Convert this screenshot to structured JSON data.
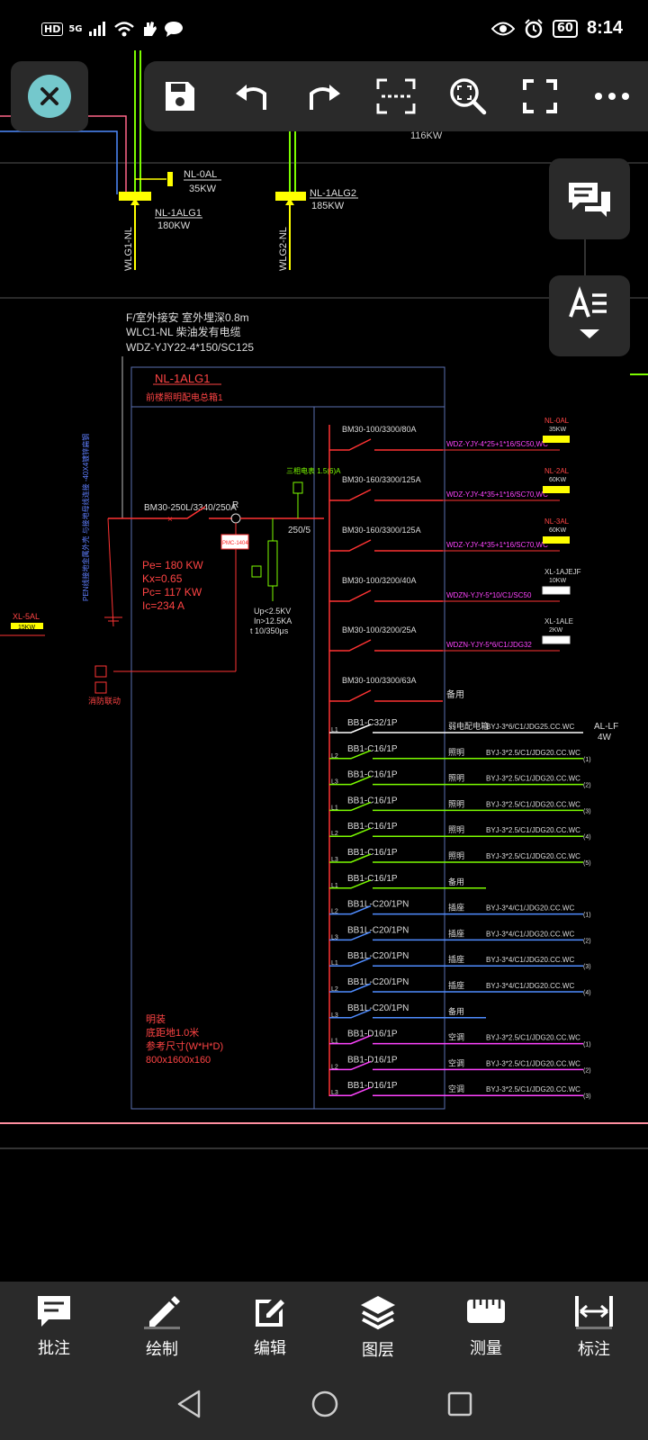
{
  "status_bar": {
    "left_badges": [
      "HD",
      "5G"
    ],
    "battery": "60",
    "time": "8:14"
  },
  "toolbar": {
    "icons": [
      "save-icon",
      "undo-icon",
      "redo-icon",
      "frame-icon",
      "zoom-window-icon",
      "fullscreen-icon",
      "more-icon"
    ]
  },
  "side": {
    "comments_icon": "comments-icon",
    "text_style_icon": "text-style-icon"
  },
  "drawing": {
    "top": {
      "feeder_116": "116KW",
      "nl_0al": "NL-0AL",
      "nl_0al_kw": "35KW",
      "nl_1alg1": "NL-1ALG1",
      "nl_1alg1_kw": "180KW",
      "nl_1alg2": "NL-1ALG2",
      "nl_1alg2_kw": "185KW",
      "wlg1": "WLG1-NL",
      "wlg2": "WLG2-NL"
    },
    "header": {
      "line1": "F/室外接安 室外埋深0.8m",
      "line2": "WLC1-NL 柴油发有电缆",
      "line3": "WDZ-YJY22-4*150/SC125"
    },
    "panel_title": "NL-1ALG1",
    "panel_subtitle": "前楼照明配电总箱1",
    "main_breaker": "BM30-250L/3340/250A",
    "meter_tag": "PMC-1404",
    "spd_label": "三相电表 1.5(6)A",
    "ct_label": "250/5",
    "spd_specs": [
      "Up<2.5KV",
      "In>12.5KA",
      "t 10/350μs"
    ],
    "loads": [
      "Pe= 180 KW",
      "Kx=0.65",
      "Pc= 117 KW",
      "Ic=234 A"
    ],
    "pen_note": "PEN线接地金属外壳 与接地母线连接 -40X4镀锌扁钢",
    "xl_5al": "XL-5AL",
    "xl_5al_kw": "15KW",
    "fire_label": "消防联动",
    "cabinet_notes": [
      "明装",
      "底距地1.0米",
      "参考尺寸(W*H*D)",
      "800x1600x160"
    ],
    "circuits": [
      {
        "breaker": "BM30-100/3300/80A",
        "cable": "WDZ-YJY-4*25+1*16/SC50,WC",
        "dest": "NL-0AL",
        "kw": "35KW"
      },
      {
        "breaker": "BM30-160/3300/125A",
        "cable": "WDZ-YJY-4*35+1*16/SC70,WC",
        "dest": "NL-2AL",
        "kw": "60KW"
      },
      {
        "breaker": "BM30-160/3300/125A",
        "cable": "WDZ-YJY-4*35+1*16/SC70,WC",
        "dest": "NL-3AL",
        "kw": "60KW"
      },
      {
        "breaker": "BM30-100/3200/40A",
        "cable": "WDZN-YJY-5*10/C1/SC50",
        "dest": "XL-1AJEJF",
        "kw": "10KW"
      },
      {
        "breaker": "BM30-100/3200/25A",
        "cable": "WDZN-YJY-5*6/C1/JDG32",
        "dest": "XL-1ALE",
        "kw": "2KW"
      },
      {
        "breaker": "BM30-100/3300/63A",
        "cable": "备用",
        "dest": "",
        "kw": ""
      }
    ],
    "branches": [
      {
        "phase": "L1",
        "breaker": "BB1-C32/1P",
        "use": "弱电配电箱",
        "cable": "BYJ-3*6/C1/JDG25.CC.WC",
        "end": "AL-LF",
        "end2": "4W"
      },
      {
        "phase": "L2",
        "breaker": "BB1-C16/1P",
        "use": "照明",
        "cable": "BYJ-3*2.5/C1/JDG20.CC.WC",
        "end": "(1)"
      },
      {
        "phase": "L3",
        "breaker": "BB1-C16/1P",
        "use": "照明",
        "cable": "BYJ-3*2.5/C1/JDG20.CC.WC",
        "end": "(2)"
      },
      {
        "phase": "L1",
        "breaker": "BB1-C16/1P",
        "use": "照明",
        "cable": "BYJ-3*2.5/C1/JDG20.CC.WC",
        "end": "(3)"
      },
      {
        "phase": "L2",
        "breaker": "BB1-C16/1P",
        "use": "照明",
        "cable": "BYJ-3*2.5/C1/JDG20.CC.WC",
        "end": "(4)"
      },
      {
        "phase": "L3",
        "breaker": "BB1-C16/1P",
        "use": "照明",
        "cable": "BYJ-3*2.5/C1/JDG20.CC.WC",
        "end": "(5)"
      },
      {
        "phase": "L1",
        "breaker": "BB1-C16/1P",
        "use": "备用",
        "cable": "",
        "end": ""
      },
      {
        "phase": "L2",
        "breaker": "BB1L-C20/1PN",
        "use": "插座",
        "cable": "BYJ-3*4/C1/JDG20.CC.WC",
        "end": "(1)"
      },
      {
        "phase": "L3",
        "breaker": "BB1L-C20/1PN",
        "use": "插座",
        "cable": "BYJ-3*4/C1/JDG20.CC.WC",
        "end": "(2)"
      },
      {
        "phase": "L1",
        "breaker": "BB1L-C20/1PN",
        "use": "插座",
        "cable": "BYJ-3*4/C1/JDG20.CC.WC",
        "end": "(3)"
      },
      {
        "phase": "L2",
        "breaker": "BB1L-C20/1PN",
        "use": "插座",
        "cable": "BYJ-3*4/C1/JDG20.CC.WC",
        "end": "(4)"
      },
      {
        "phase": "L3",
        "breaker": "BB1L-C20/1PN",
        "use": "备用",
        "cable": "",
        "end": ""
      },
      {
        "phase": "L1",
        "breaker": "BB1-D16/1P",
        "use": "空调",
        "cable": "BYJ-3*2.5/C1/JDG20.CC.WC",
        "end": "(1)"
      },
      {
        "phase": "L2",
        "breaker": "BB1-D16/1P",
        "use": "空调",
        "cable": "BYJ-3*2.5/C1/JDG20.CC.WC",
        "end": "(2)"
      },
      {
        "phase": "L3",
        "breaker": "BB1-D16/1P",
        "use": "空调",
        "cable": "BYJ-3*2.5/C1/JDG20.CC.WC",
        "end": "(3)"
      }
    ]
  },
  "bottom_bar": [
    {
      "label": "批注",
      "icon": "comment-icon"
    },
    {
      "label": "绘制",
      "icon": "pencil-icon"
    },
    {
      "label": "编辑",
      "icon": "edit-icon"
    },
    {
      "label": "图层",
      "icon": "layers-icon"
    },
    {
      "label": "测量",
      "icon": "ruler-icon"
    },
    {
      "label": "标注",
      "icon": "dimension-icon"
    }
  ],
  "navbar": [
    "back-icon",
    "home-icon",
    "recents-icon"
  ]
}
